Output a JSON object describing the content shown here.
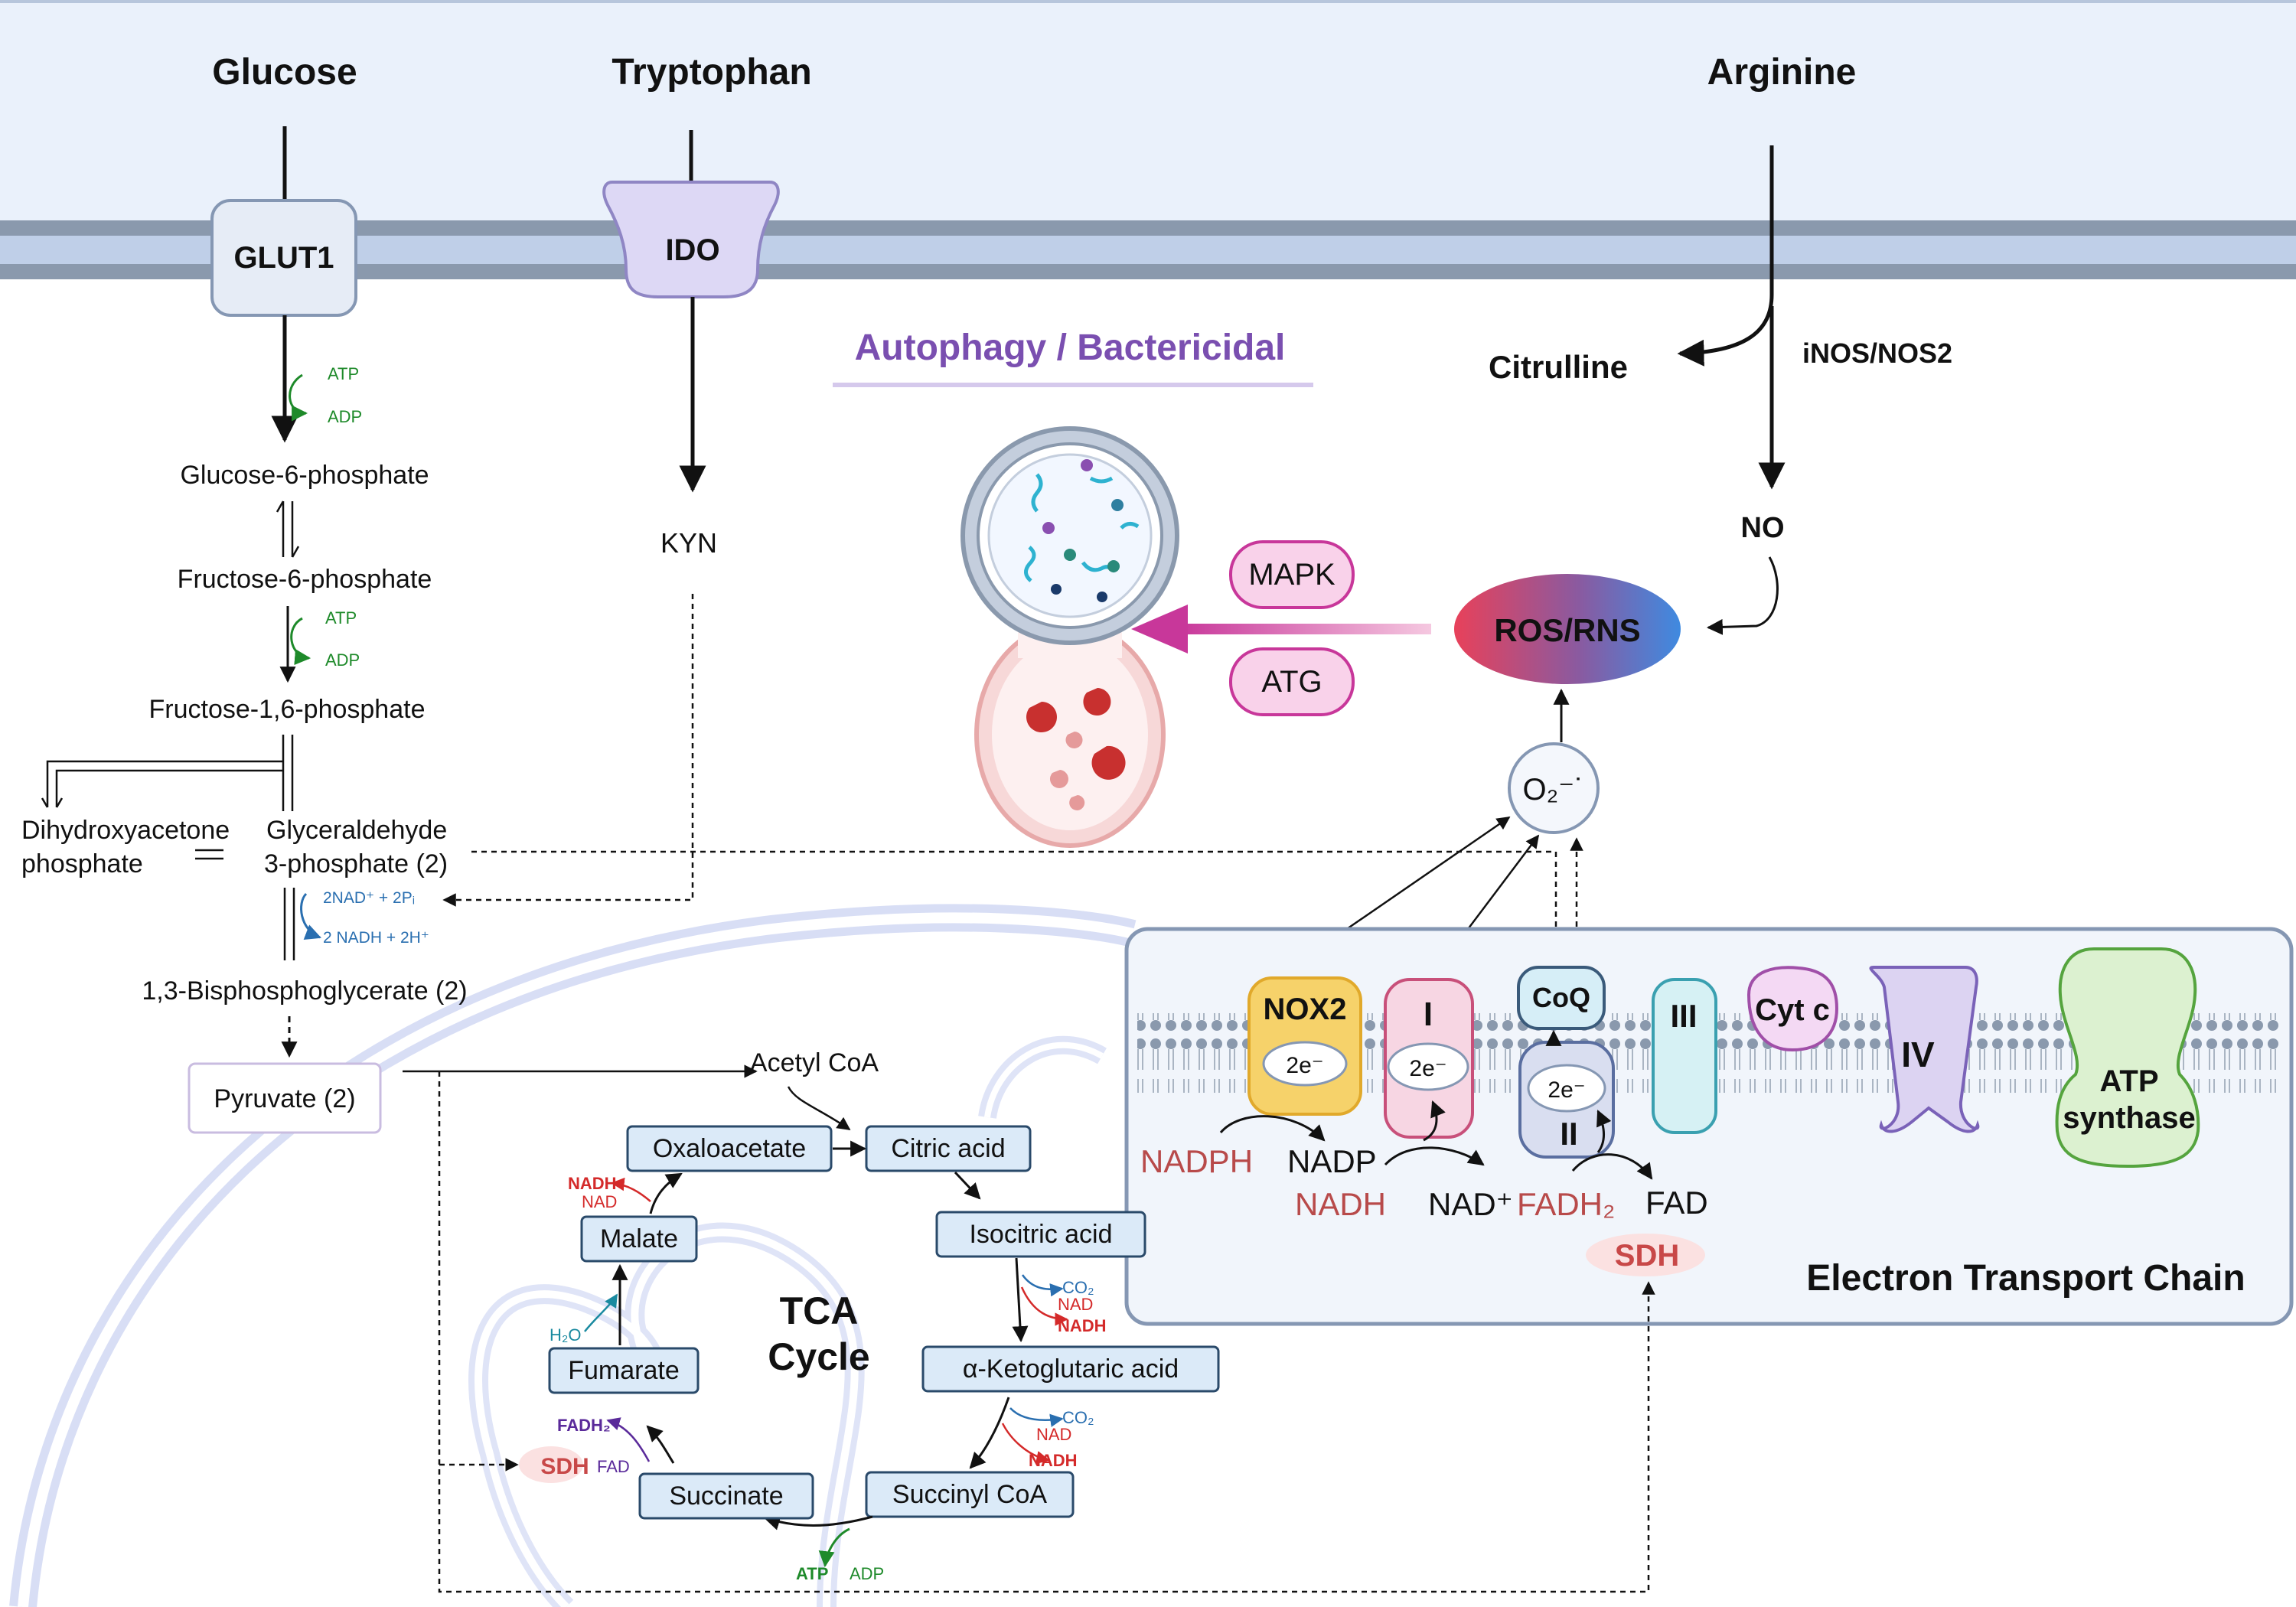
{
  "membrane": {
    "inputs": {
      "glucose": "Glucose",
      "tryptophan": "Tryptophan",
      "arginine": "Arginine"
    },
    "transporters": {
      "glut1": "GLUT1",
      "ido": "IDO"
    }
  },
  "glycolysis": {
    "g6p": "Glucose-6-phosphate",
    "f6p": "Fructose-6-phosphate",
    "f16bp": "Fructose-1,6-phosphate",
    "dhap_line1": "Dihydroxyacetone",
    "dhap_line2": "phosphate",
    "g3p_line1": "Glyceraldehyde",
    "g3p_line2": "3-phosphate (2)",
    "bpg": "1,3-Bisphosphoglycerate (2)",
    "pyruvate": "Pyruvate (2)",
    "atp": "ATP",
    "adp": "ADP",
    "nad_in": "2NAD⁺ + 2Pᵢ",
    "nadh_out": "2 NADH + 2H⁺"
  },
  "kynurenine": {
    "kyn": "KYN"
  },
  "nos": {
    "citrulline": "Citrulline",
    "enzyme": "iNOS/NOS2",
    "no": "NO"
  },
  "autophagy": {
    "title": "Autophagy / Bactericidal",
    "mapk": "MAPK",
    "atg": "ATG"
  },
  "ros": {
    "label": "ROS/RNS",
    "superoxide": "O₂⁻˙"
  },
  "tca": {
    "title_line1": "TCA",
    "title_line2": "Cycle",
    "acetyl_coa": "Acetyl CoA",
    "oxaloacetate": "Oxaloacetate",
    "citric_acid": "Citric acid",
    "isocitric_acid": "Isocitric acid",
    "akg": "α-Ketoglutaric acid",
    "succinyl_coa": "Succinyl CoA",
    "succinate": "Succinate",
    "fumarate": "Fumarate",
    "malate": "Malate",
    "co2": "CO₂",
    "nad": "NAD",
    "nadh": "NADH",
    "h2o": "H₂O",
    "fadh2": "FADH₂",
    "fad": "FAD",
    "sdh": "SDH",
    "atp": "ATP",
    "adp": "ADP"
  },
  "etc": {
    "title": "Electron Transport Chain",
    "nox2": "NOX2",
    "complex1": "I",
    "coq": "CoQ",
    "complex2": "II",
    "complex3": "III",
    "cytc": "Cyt c",
    "complex4": "IV",
    "atp_synthase_line1": "ATP",
    "atp_synthase_line2": "synthase",
    "electrons": "2e⁻",
    "nadph": "NADPH",
    "nadp": "NADP",
    "nadh": "NADH",
    "nad_plus": "NAD⁺",
    "fadh2": "FADH₂",
    "fad": "FAD",
    "sdh": "SDH"
  },
  "colors": {
    "green": "#1e8a2a",
    "blue": "#2a6fb0",
    "red": "#d42a2a",
    "purple": "#7a4fb0",
    "magenta": "#c8379a"
  }
}
